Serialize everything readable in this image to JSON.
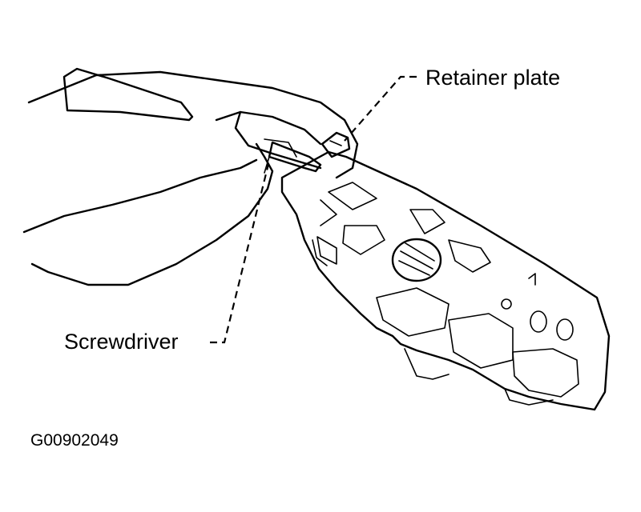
{
  "labels": {
    "retainer_plate": "Retainer plate",
    "screwdriver": "Screwdriver",
    "figure_code": "G00902049"
  },
  "colors": {
    "ink": "#000000",
    "background": "#ffffff"
  }
}
